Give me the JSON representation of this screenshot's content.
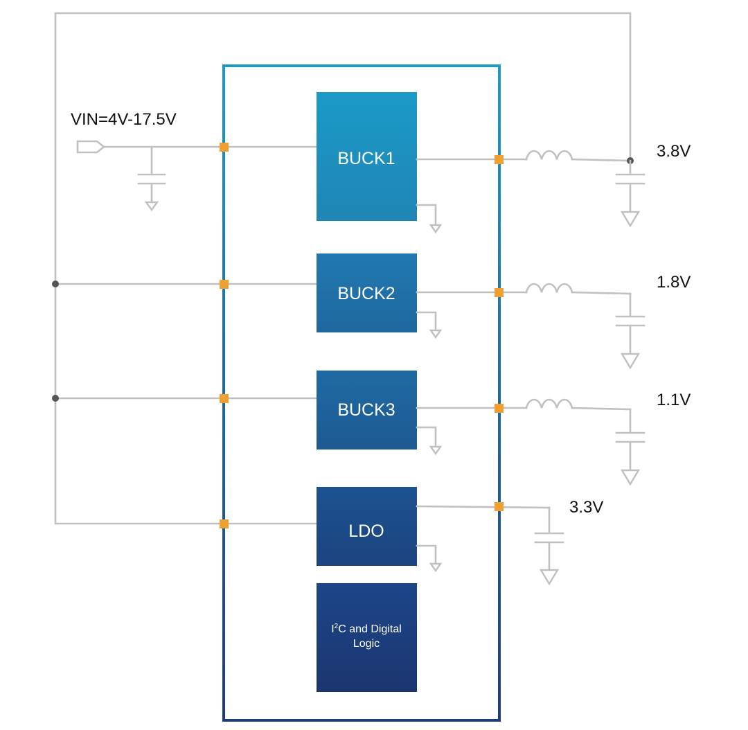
{
  "input": {
    "label": "VIN=4V-17.5V"
  },
  "blocks": [
    {
      "name": "buck1",
      "label": "BUCK1"
    },
    {
      "name": "buck2",
      "label": "BUCK2"
    },
    {
      "name": "buck3",
      "label": "BUCK3"
    },
    {
      "name": "ldo",
      "label": "LDO"
    }
  ],
  "logic_block": {
    "label_line1_prefix": "I",
    "label_line1_sup": "2",
    "label_line1_suffix": "C and Digital",
    "label_line2": "Logic"
  },
  "outputs": [
    {
      "name": "buck1",
      "voltage": "3.8V"
    },
    {
      "name": "buck2",
      "voltage": "1.8V"
    },
    {
      "name": "buck3",
      "voltage": "1.1V"
    },
    {
      "name": "ldo",
      "voltage": "3.3V"
    }
  ],
  "colors": {
    "wire": "#c0c0c0",
    "pad": "#f0a030",
    "frame_top": "#1a9ac8",
    "frame_bottom": "#1e3a7a",
    "block_buck1": "#1a93c0",
    "block_buck2": "#1f6fa6",
    "block_buck3": "#1f5f99",
    "block_ldo": "#1c4a86",
    "block_logic": "#1c3a78"
  }
}
